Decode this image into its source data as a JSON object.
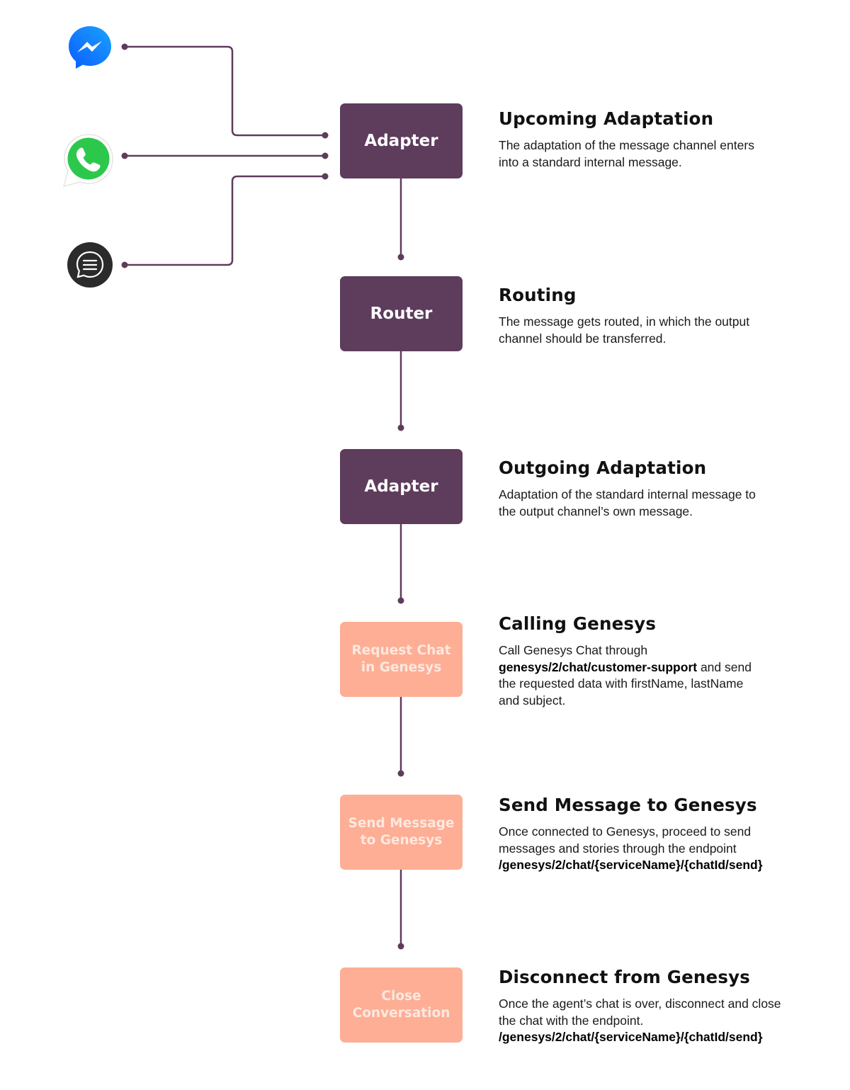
{
  "colors": {
    "box_dark": "#5e3c5c",
    "box_light": "#fdae95",
    "connector": "#5e3c5c",
    "messenger_blue": "#0a7cff",
    "whatsapp_green": "#2cc84c",
    "chat_dark": "#2b2b2b"
  },
  "channels": [
    {
      "icon": "messenger-icon"
    },
    {
      "icon": "whatsapp-icon"
    },
    {
      "icon": "chat-bubble-icon"
    }
  ],
  "steps": [
    {
      "box_label": "Adapter",
      "title": "Upcoming Adaptation",
      "desc": "The adaptation of the message channel enters into a standard internal message."
    },
    {
      "box_label": "Router",
      "title": "Routing",
      "desc": "The message gets routed, in which the output channel should be transferred."
    },
    {
      "box_label": "Adapter",
      "title": "Outgoing Adaptation",
      "desc": "Adaptation of the standard internal message to the output channel’s own message."
    },
    {
      "box_label": "Request Chat in Genesys",
      "title": "Calling Genesys",
      "desc_pre": "Call Genesys Chat through",
      "desc_bold": "genesys/2/chat/customer-support",
      "desc_post": "and send the requested data with firstName, lastName and subject."
    },
    {
      "box_label": "Send Message to Genesys",
      "title": "Send Message to Genesys",
      "desc_pre": "Once connected to Genesys, proceed to send messages and stories through the endpoint",
      "desc_bold": "/genesys/2/chat/{serviceName}/{chatId/send}"
    },
    {
      "box_label": "Close Conversation",
      "title": "Disconnect from Genesys",
      "desc_pre": "Once the agent’s chat is over, disconnect and close the chat with the endpoint.",
      "desc_bold": "/genesys/2/chat/{serviceName}/{chatId/send}"
    }
  ]
}
